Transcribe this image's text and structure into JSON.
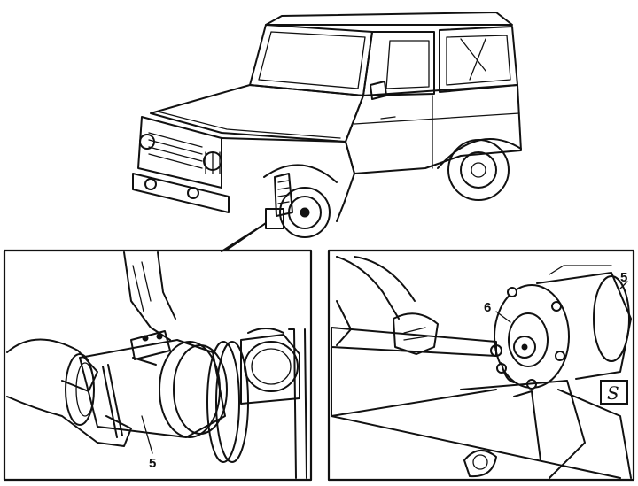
{
  "callouts": {
    "left_panel_part": "5",
    "right_panel_part_a": "6",
    "right_panel_part_b": "5"
  },
  "symbol": {
    "text": "S"
  },
  "icons": [
    "vehicle-illustration",
    "wheel-hub-detail",
    "bench-vise-detail",
    "tool-symbol-icon"
  ],
  "colors": {
    "ink": "#111111",
    "paper": "#ffffff"
  }
}
